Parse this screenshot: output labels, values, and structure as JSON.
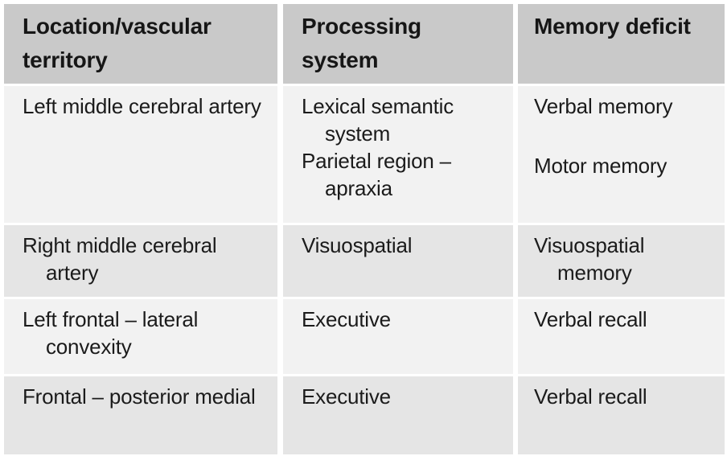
{
  "table": {
    "headers": [
      "Location/vascular territory",
      "Processing system",
      "Memory deficit"
    ],
    "rows": [
      {
        "location": "Left middle cerebral artery",
        "processing": [
          "Lexical semantic system",
          "Parietal region – apraxia"
        ],
        "memory": [
          "Verbal memory",
          "Motor memory"
        ]
      },
      {
        "location": "Right middle cerebral artery",
        "processing": [
          "Visuospatial"
        ],
        "memory": [
          "Visuospatial memory"
        ]
      },
      {
        "location": "Left frontal – lateral convexity",
        "processing": [
          "Executive"
        ],
        "memory": [
          "Verbal recall"
        ]
      },
      {
        "location": "Frontal – posterior medial",
        "processing": [
          "Executive"
        ],
        "memory": [
          "Verbal recall"
        ]
      }
    ],
    "colors": {
      "header_bg": "#c9c9c9",
      "row_light_bg": "#f2f2f2",
      "row_dark_bg": "#e5e5e5",
      "divider": "#ffffff",
      "text": "#1b1b1b"
    }
  }
}
